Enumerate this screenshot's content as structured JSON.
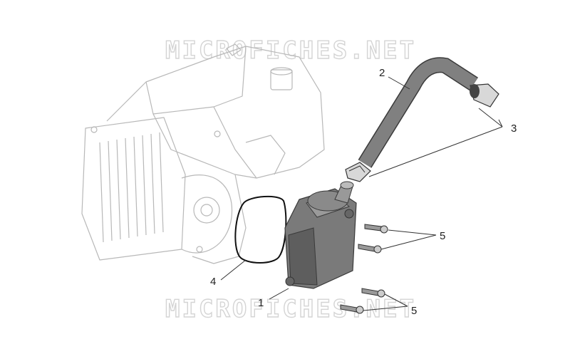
{
  "watermark": {
    "text": "MICROFICHES.NET"
  },
  "callouts": [
    {
      "id": "1",
      "label": "1"
    },
    {
      "id": "2",
      "label": "2"
    },
    {
      "id": "3",
      "label": "3"
    },
    {
      "id": "4",
      "label": "4"
    },
    {
      "id": "5a",
      "label": "5"
    },
    {
      "id": "5b",
      "label": "5"
    }
  ],
  "colors": {
    "engine_outline": "#b8b8b8",
    "part_fill": "#7a7a7a",
    "part_dark": "#4a4a4a",
    "gasket": "#111111",
    "leader": "#333333",
    "watermark_stroke": "#d4d4d4"
  }
}
